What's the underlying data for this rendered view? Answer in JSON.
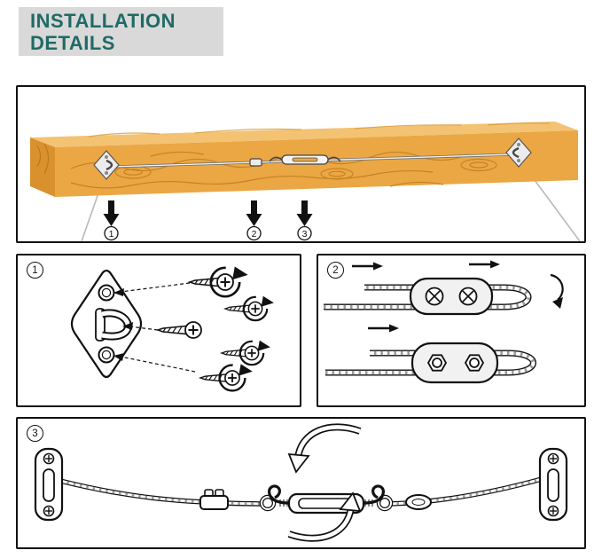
{
  "header": {
    "line1": "INSTALLATION",
    "line2": "DETAILS"
  },
  "overview": {
    "callouts": [
      "1",
      "2",
      "3"
    ]
  },
  "steps": [
    {
      "badge": "1"
    },
    {
      "badge": "2"
    },
    {
      "badge": "3"
    }
  ],
  "icons": {
    "down_arrow": "↓",
    "rotate_clockwise": "↻",
    "direction_right": "→"
  },
  "colors": {
    "title_text": "#1f6a66",
    "header_background": "#d9d9d9",
    "panel_border": "#111111",
    "wood_front": "#eaa743",
    "wood_top": "#f4c273",
    "wood_end": "#d9912d",
    "wood_grain": "#c07c1d",
    "metal_fill": "#ececec",
    "cable_gray": "#b9b9b9",
    "line_art": "#111111",
    "background": "#ffffff"
  }
}
